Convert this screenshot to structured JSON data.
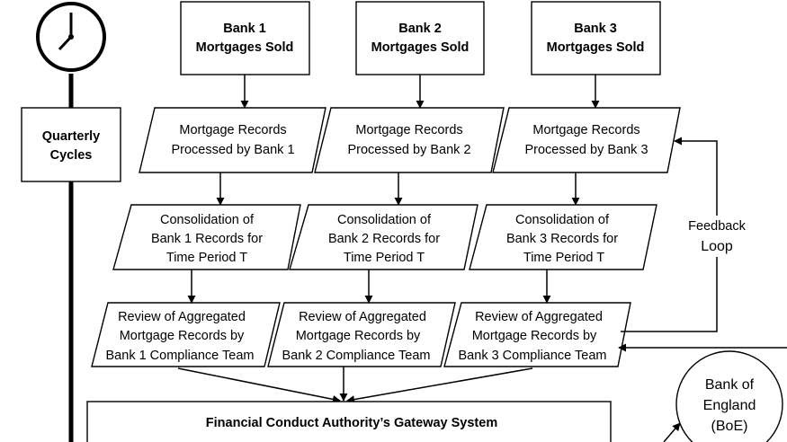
{
  "clock": {
    "icon": "clock-icon"
  },
  "cycle_label": [
    "Quarterly",
    "Cycles"
  ],
  "banks": [
    {
      "sold": [
        "Bank 1",
        "Mortgages Sold"
      ],
      "processed": [
        "Mortgage Records",
        "Processed by Bank 1"
      ],
      "consolidation": [
        "Consolidation of",
        "Bank 1 Records for",
        "Time Period T"
      ],
      "review": [
        "Review of Aggregated",
        "Mortgage Records by",
        "Bank 1 Compliance Team"
      ]
    },
    {
      "sold": [
        "Bank 2",
        "Mortgages Sold"
      ],
      "processed": [
        "Mortgage Records",
        "Processed by Bank 2"
      ],
      "consolidation": [
        "Consolidation of",
        "Bank 2 Records for",
        "Time Period T"
      ],
      "review": [
        "Review of Aggregated",
        "Mortgage Records by",
        "Bank 2 Compliance Team"
      ]
    },
    {
      "sold": [
        "Bank 3",
        "Mortgages Sold"
      ],
      "processed": [
        "Mortgage Records",
        "Processed by Bank 3"
      ],
      "consolidation": [
        "Consolidation of",
        "Bank 3 Records for",
        "Time Period T"
      ],
      "review": [
        "Review of Aggregated",
        "Mortgage Records by",
        "Bank 3 Compliance Team"
      ]
    }
  ],
  "feedback": {
    "line1": "Feedback",
    "line2": "Loop"
  },
  "gateway": {
    "label": "Financial Conduct Authority’s Gateway System"
  },
  "boe": [
    "Bank of",
    "England",
    "(BoE)"
  ]
}
